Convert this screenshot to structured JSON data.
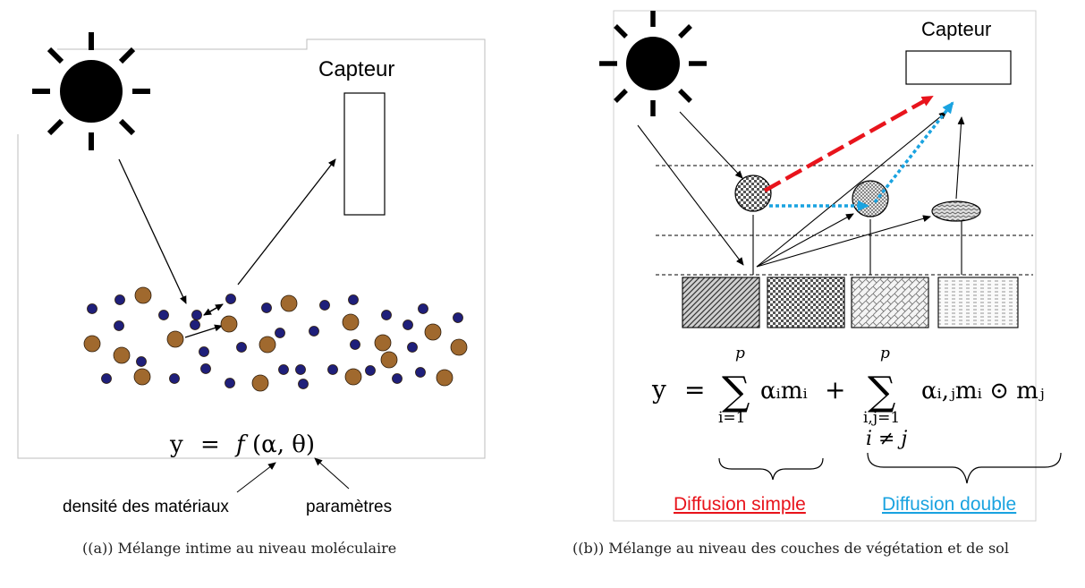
{
  "panel_a": {
    "sensor_label": "Capteur",
    "equation": {
      "lhs": "y",
      "eq": "=",
      "f": "f",
      "args": "(α, θ)"
    },
    "annotation_left": "densité des matériaux",
    "annotation_right": "paramètres",
    "caption": "((a)) Mélange intime au niveau moléculaire",
    "colors": {
      "blue_particle": "#1f1f7a",
      "brown_particle": "#a0692e"
    }
  },
  "panel_b": {
    "sensor_label": "Capteur",
    "equation": {
      "lhs": "y",
      "eq": "=",
      "sum_top": "p",
      "sum1_bottom": "i=1",
      "term1": "αᵢmᵢ",
      "plus": "+",
      "sum2_bottom": "i,j=1",
      "sum2_constraint": "i ≠ j",
      "term2": "αᵢ,ⱼmᵢ ⊙ mⱼ"
    },
    "label_simple": "Diffusion simple",
    "label_double": "Diffusion double",
    "caption": "((b)) Mélange au niveau des couches de végétation et de sol",
    "colors": {
      "simple": "#e8141c",
      "double": "#1aa3e0"
    }
  }
}
